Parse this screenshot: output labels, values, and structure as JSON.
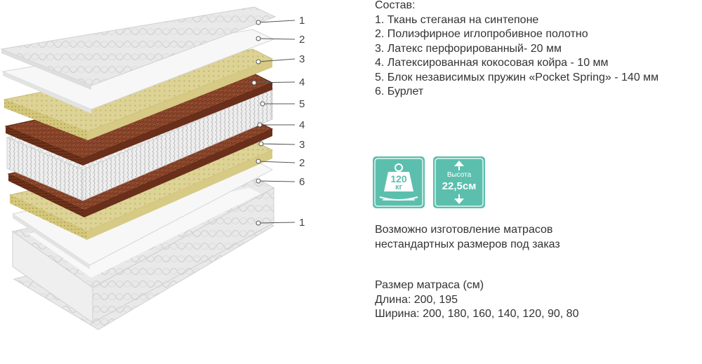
{
  "composition": {
    "heading": "Состав:",
    "items": [
      "1. Ткань стеганая на синтепоне",
      "2. Полиэфирное  иглопробивное полотно",
      "3. Латекс перфорированный- 20 мм",
      "4. Латексированная кокосовая койра - 10 мм",
      "5. Блок независимых пружин «Pocket Spring» - 140 мм",
      "6. Бурлет"
    ]
  },
  "callouts": [
    "1",
    "2",
    "3",
    "4",
    "5",
    "4",
    "3",
    "2",
    "6",
    "1"
  ],
  "badges": {
    "weight": {
      "value": "120",
      "unit": "кг",
      "icon": "weight-icon"
    },
    "height": {
      "label": "Высота",
      "value": "22,5см",
      "icon": "height-arrows-icon"
    }
  },
  "custom_note": [
    "Возможно изготовление матрасов",
    "нестандартных размеров под заказ"
  ],
  "size": {
    "title": "Размер матраса (см)",
    "length": "Длина: 200, 195",
    "width": "Ширина: 200, 180, 160, 140, 120, 90, 80"
  },
  "colors": {
    "badge": "#5cbfae",
    "fabric": "#e6e6e6",
    "latex": "#d9cf8c",
    "coir": "#7a3a22",
    "spring": "#f2f2f2",
    "felt": "#f7f7f7"
  }
}
